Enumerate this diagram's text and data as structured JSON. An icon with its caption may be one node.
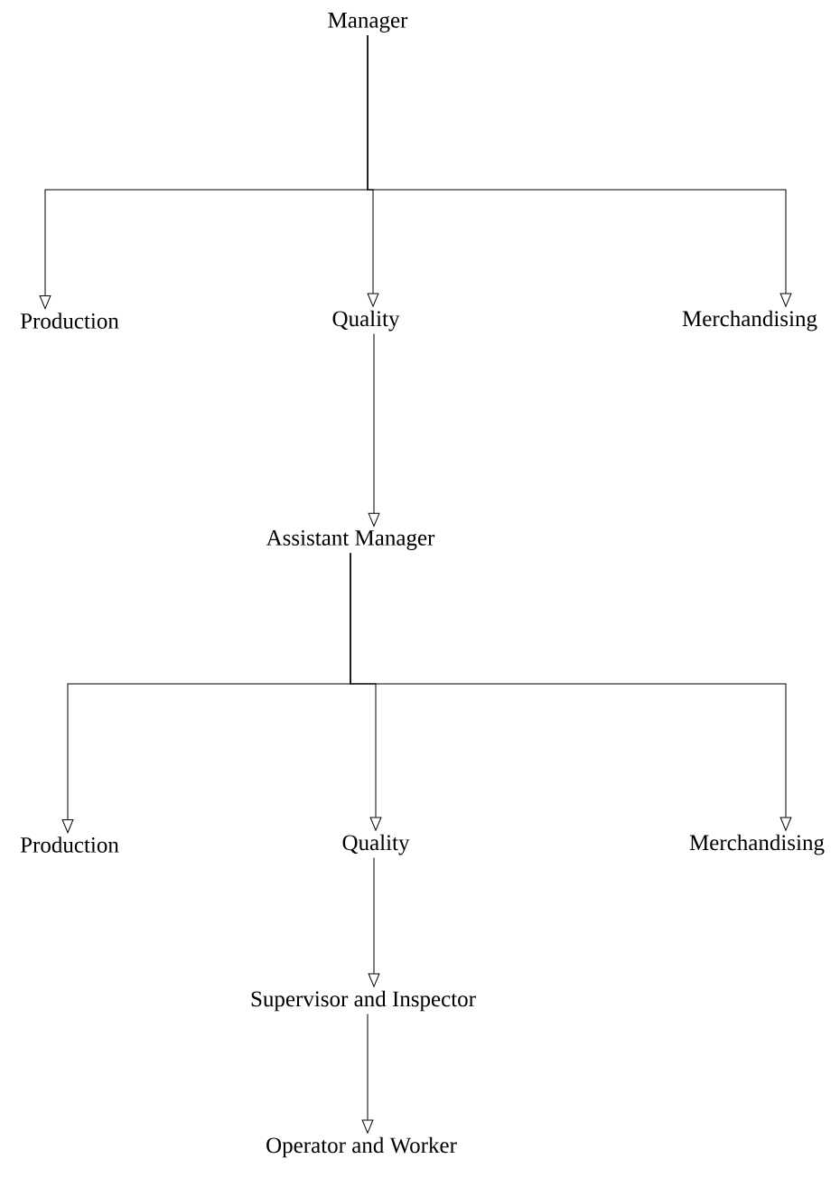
{
  "diagram": {
    "nodes": [
      {
        "text": [
          "Manager"
        ]
      },
      {
        "text": [
          "Production"
        ]
      },
      {
        "text": [
          "Quality"
        ]
      },
      {
        "text": [
          "Merchandising"
        ]
      },
      {
        "text": [
          "Assistant Manager"
        ]
      },
      {
        "text": [
          "Production"
        ]
      },
      {
        "text": [
          "Quality"
        ]
      },
      {
        "text": [
          "Merchandising"
        ]
      },
      {
        "text": [
          "Supervisor and Inspector"
        ]
      },
      {
        "text": [
          "Operator and Worker"
        ]
      }
    ],
    "edges": [
      {
        "from": 0,
        "to": 1,
        "arrow": "to"
      },
      {
        "from": 0,
        "to": 2,
        "arrow": "to"
      },
      {
        "from": 0,
        "to": 3,
        "arrow": "to"
      },
      {
        "from": 2,
        "to": 4,
        "arrow": "to"
      },
      {
        "from": 4,
        "to": 5,
        "arrow": "to"
      },
      {
        "from": 4,
        "to": 6,
        "arrow": "to"
      },
      {
        "from": 4,
        "to": 7,
        "arrow": "to"
      },
      {
        "from": 6,
        "to": 8,
        "arrow": "to"
      },
      {
        "from": 8,
        "to": 9,
        "arrow": "to"
      }
    ]
  }
}
